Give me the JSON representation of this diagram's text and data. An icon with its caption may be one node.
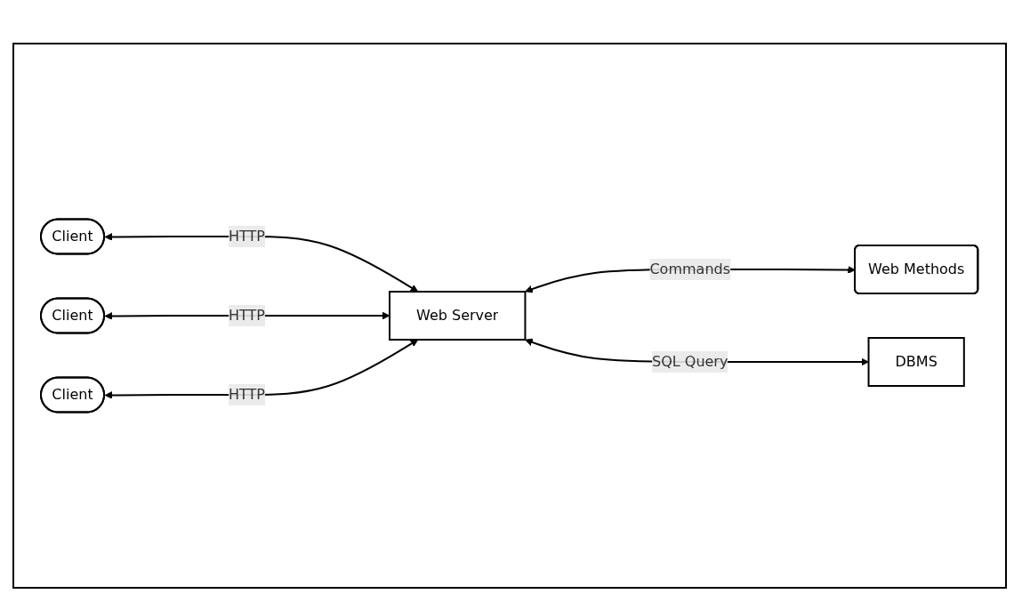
{
  "diagram": {
    "nodes": [
      {
        "text": [
          "Client"
        ]
      },
      {
        "text": [
          "Client"
        ]
      },
      {
        "text": [
          "Client"
        ]
      },
      {
        "text": [
          "Web Server"
        ]
      },
      {
        "text": [
          "Web Methods"
        ]
      },
      {
        "text": [
          "DBMS"
        ]
      }
    ],
    "edges": [
      {
        "from": 0,
        "to": 3,
        "arrow": "both",
        "label": "HTTP"
      },
      {
        "from": 1,
        "to": 3,
        "arrow": "both",
        "label": "HTTP"
      },
      {
        "from": 2,
        "to": 3,
        "arrow": "both",
        "label": "HTTP"
      },
      {
        "from": 3,
        "to": 4,
        "arrow": "both",
        "label": "Commands"
      },
      {
        "from": 3,
        "to": 5,
        "arrow": "both",
        "label": "SQL Query"
      }
    ]
  }
}
